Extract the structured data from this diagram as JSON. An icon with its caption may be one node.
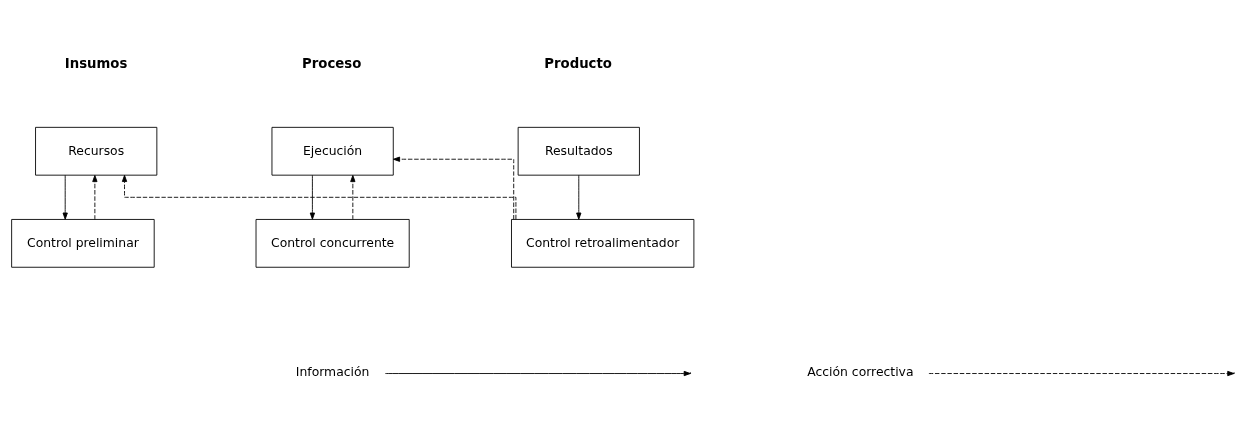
{
  "diagram": {
    "nodes": [
      {
        "text": [
          "Recursos"
        ]
      },
      {
        "text": [
          "Control preliminar"
        ]
      },
      {
        "text": [
          "Ejecución"
        ]
      },
      {
        "text": [
          "Control concurrente"
        ]
      },
      {
        "text": [
          "Resultados"
        ]
      },
      {
        "text": [
          "Control retroalimentador"
        ]
      }
    ],
    "edges": [
      {
        "from": 0,
        "to": 1,
        "arrow": "to"
      },
      {
        "from": 1,
        "to": 0,
        "arrow": "to",
        "style": "dashed"
      },
      {
        "from": 2,
        "to": 3,
        "arrow": "to"
      },
      {
        "from": 3,
        "to": 2,
        "arrow": "to",
        "style": "dashed"
      },
      {
        "from": 4,
        "to": 5,
        "arrow": "to"
      },
      {
        "from": 5,
        "to": 0,
        "arrow": "to",
        "style": "dashed"
      },
      {
        "from": 5,
        "to": 2,
        "arrow": "to",
        "style": "dashed"
      }
    ],
    "labels": [
      "Insumos",
      "Proceso",
      "Producto"
    ],
    "legend": [
      {
        "text": "Información"
      },
      {
        "text": "Acción correctiva"
      }
    ]
  }
}
